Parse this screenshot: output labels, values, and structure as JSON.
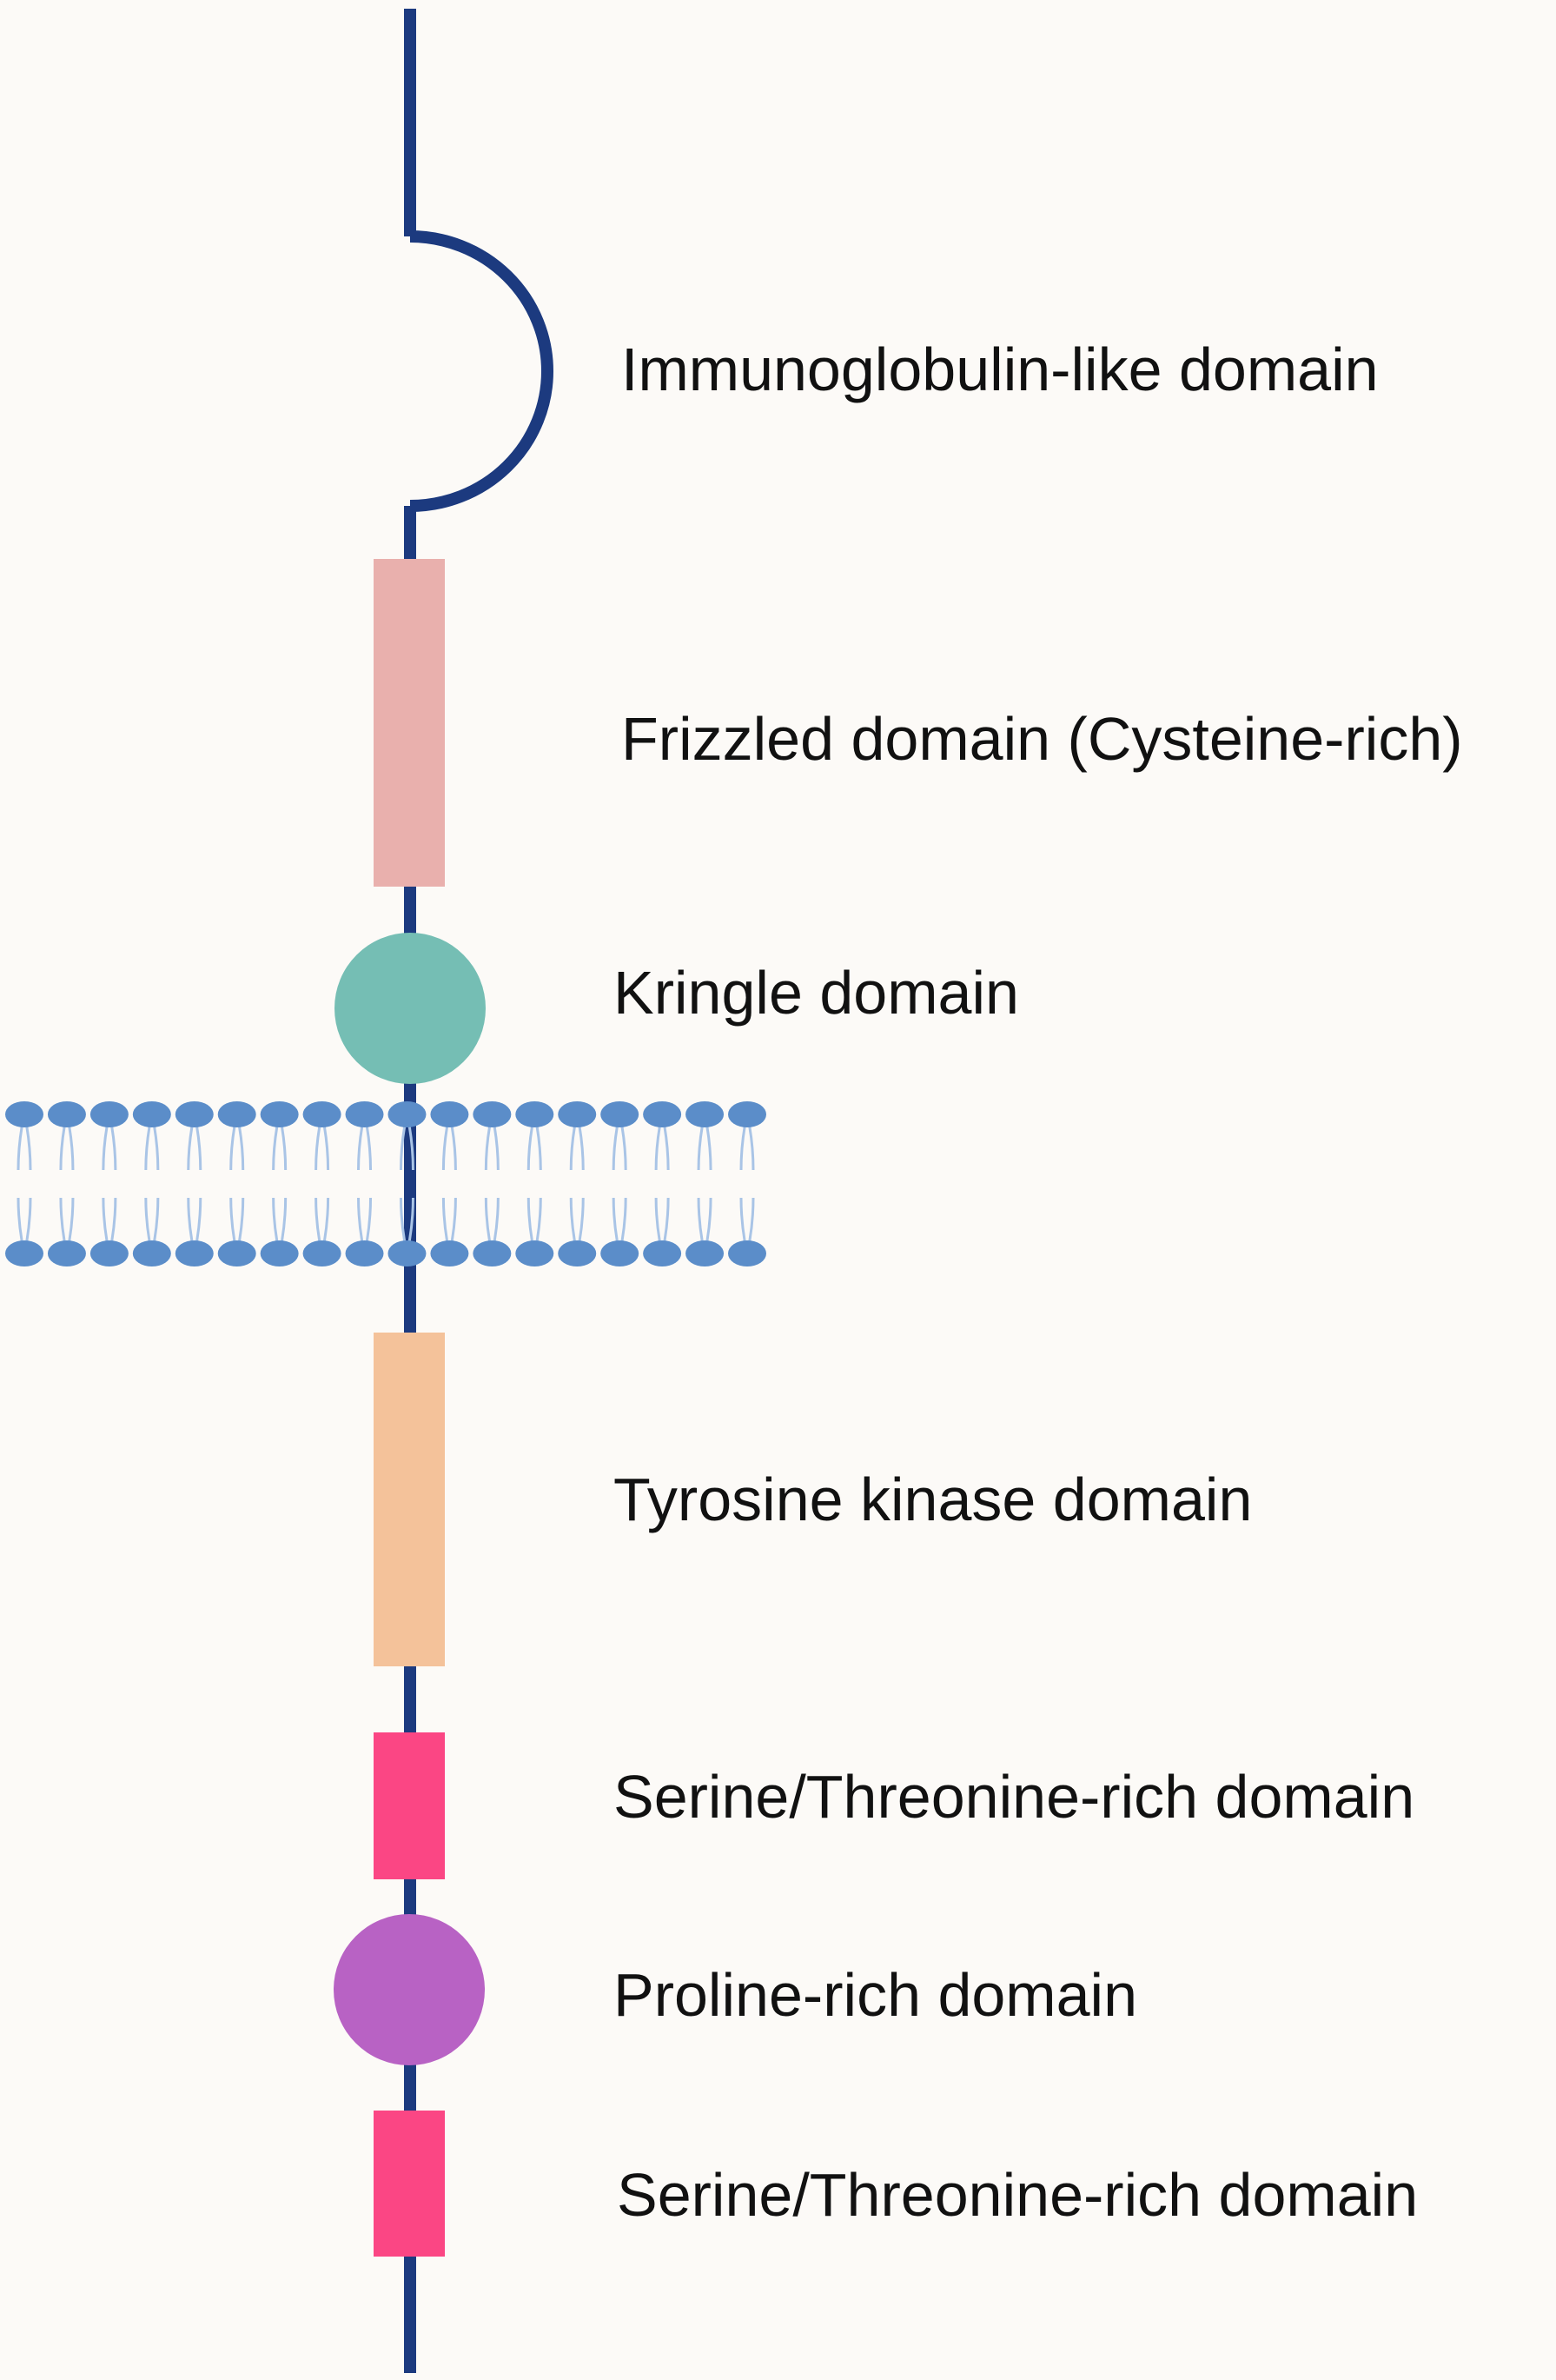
{
  "diagram": {
    "labels": [
      "Immunoglobulin-like domain",
      "Frizzled domain (Cysteine-rich)",
      "Kringle domain",
      "Tyrosine kinase domain",
      "Serine/Threonine-rich domain",
      "Proline-rich domain",
      "Serine/Threonine-rich domain"
    ],
    "colors": {
      "background": "#fcfaf7",
      "backbone": "#1c3a7f",
      "frizzled": "#e9b0ad",
      "kringle": "#75beb4",
      "tyrosine_kinase": "#f4c29a",
      "serine_threonine": "#fb4684",
      "proline": "#b862c4",
      "membrane_head": "#5b8dc9",
      "membrane_tail": "#a9c4e6"
    }
  }
}
